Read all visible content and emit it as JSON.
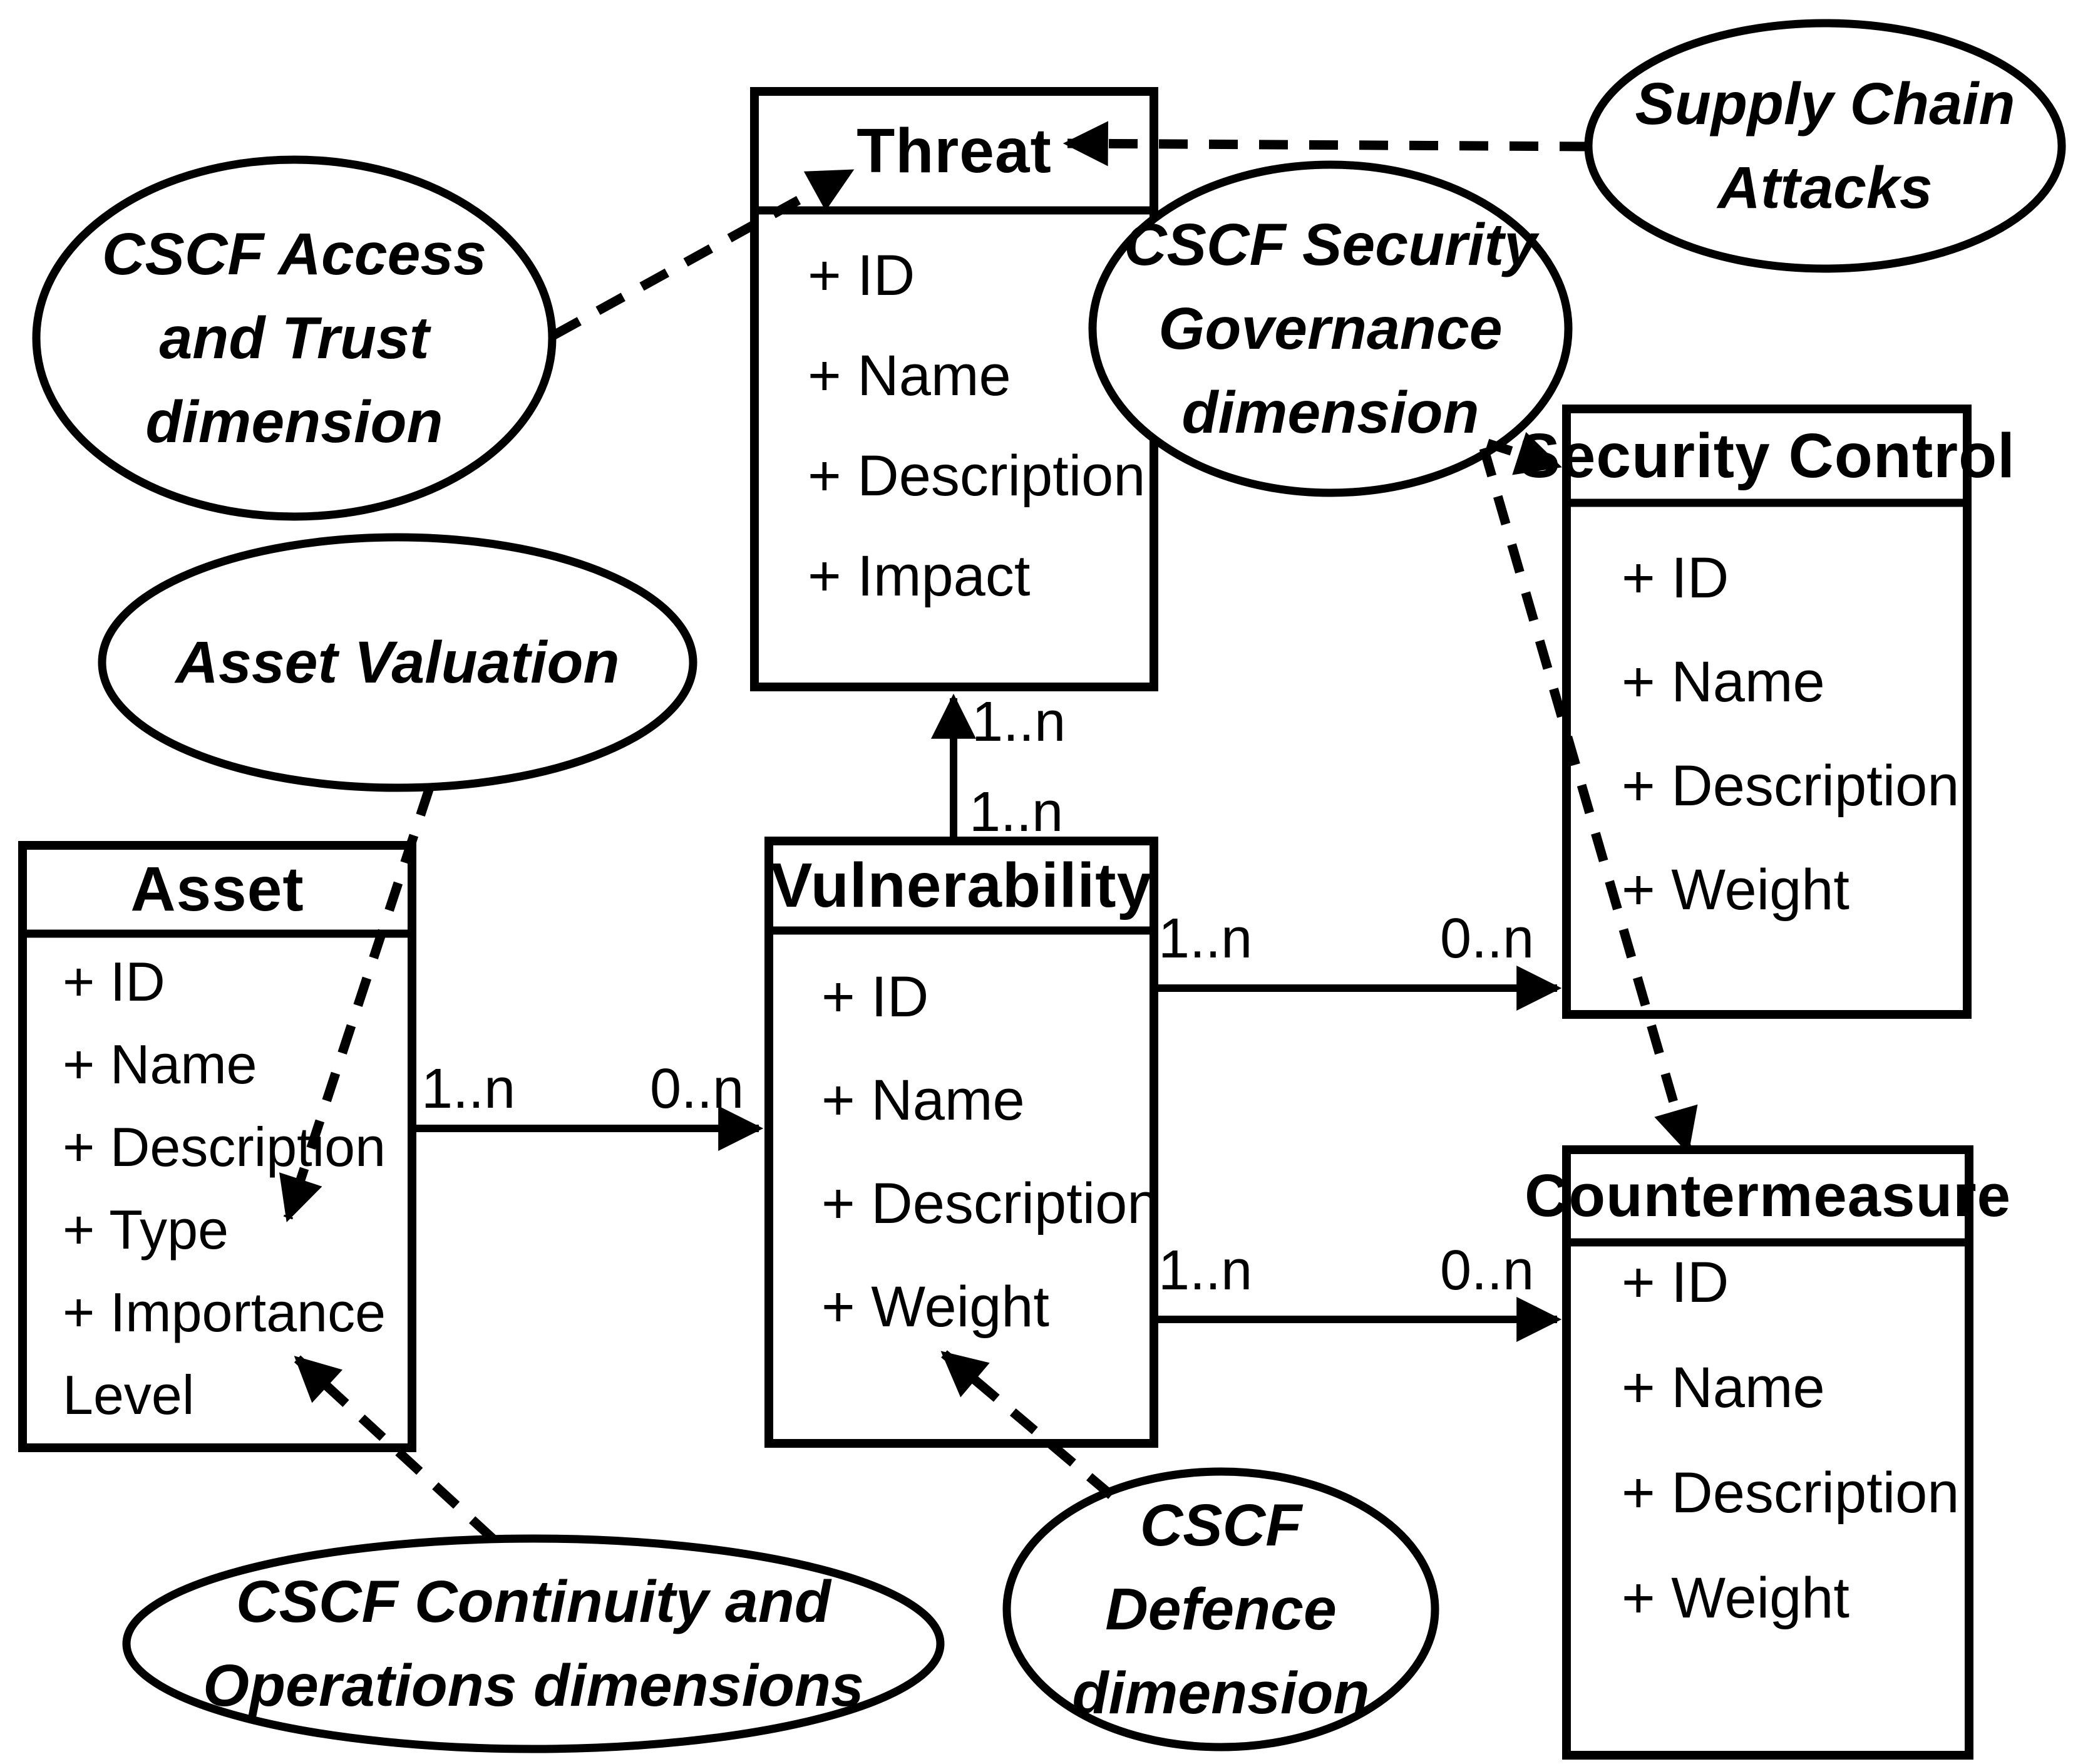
{
  "diagram": {
    "type": "uml-class-diagram",
    "colors": {
      "ink": "#000000",
      "background": "#ffffff"
    },
    "classes": {
      "threat": {
        "title": "Threat",
        "attributes": [
          "+ ID",
          "+ Name",
          "+ Description",
          "+ Impact"
        ]
      },
      "security_control": {
        "title": "Security Control",
        "attributes": [
          "+ ID",
          "+ Name",
          "+ Description",
          "+ Weight"
        ]
      },
      "asset": {
        "title": "Asset",
        "attributes": [
          "+ ID",
          "+ Name",
          "+ Description",
          "+ Type",
          "+ Importance Level"
        ]
      },
      "vulnerability": {
        "title": "Vulnerability",
        "attributes": [
          "+ ID",
          "+ Name",
          "+ Description",
          "+ Weight"
        ]
      },
      "countermeasure": {
        "title": "Countermeasure",
        "attributes": [
          "+ ID",
          "+ Name",
          "+ Description",
          "+ Weight"
        ]
      }
    },
    "annotations": {
      "access": {
        "lines": [
          "CSCF Access",
          "and Trust",
          "dimension"
        ]
      },
      "supply_chain": {
        "lines": [
          "Supply Chain",
          "Attacks"
        ]
      },
      "governance": {
        "lines": [
          "CSCF Security",
          "Governance",
          "dimension"
        ]
      },
      "asset_valuation": {
        "lines": [
          "Asset Valuation"
        ]
      },
      "continuity": {
        "lines": [
          "CSCF Continuity and",
          "Operations dimensions"
        ]
      },
      "defence": {
        "lines": [
          "CSCF",
          "Defence",
          "dimension"
        ]
      }
    },
    "multiplicities": {
      "vuln_threat_near_threat": "1..n",
      "vuln_threat_near_vuln": "1..n",
      "asset_vuln_source": "1..n",
      "asset_vuln_target": "0..n",
      "vuln_sc_source": "1..n",
      "vuln_sc_target": "0..n",
      "vuln_cm_source": "1..n",
      "vuln_cm_target": "0..n"
    }
  }
}
